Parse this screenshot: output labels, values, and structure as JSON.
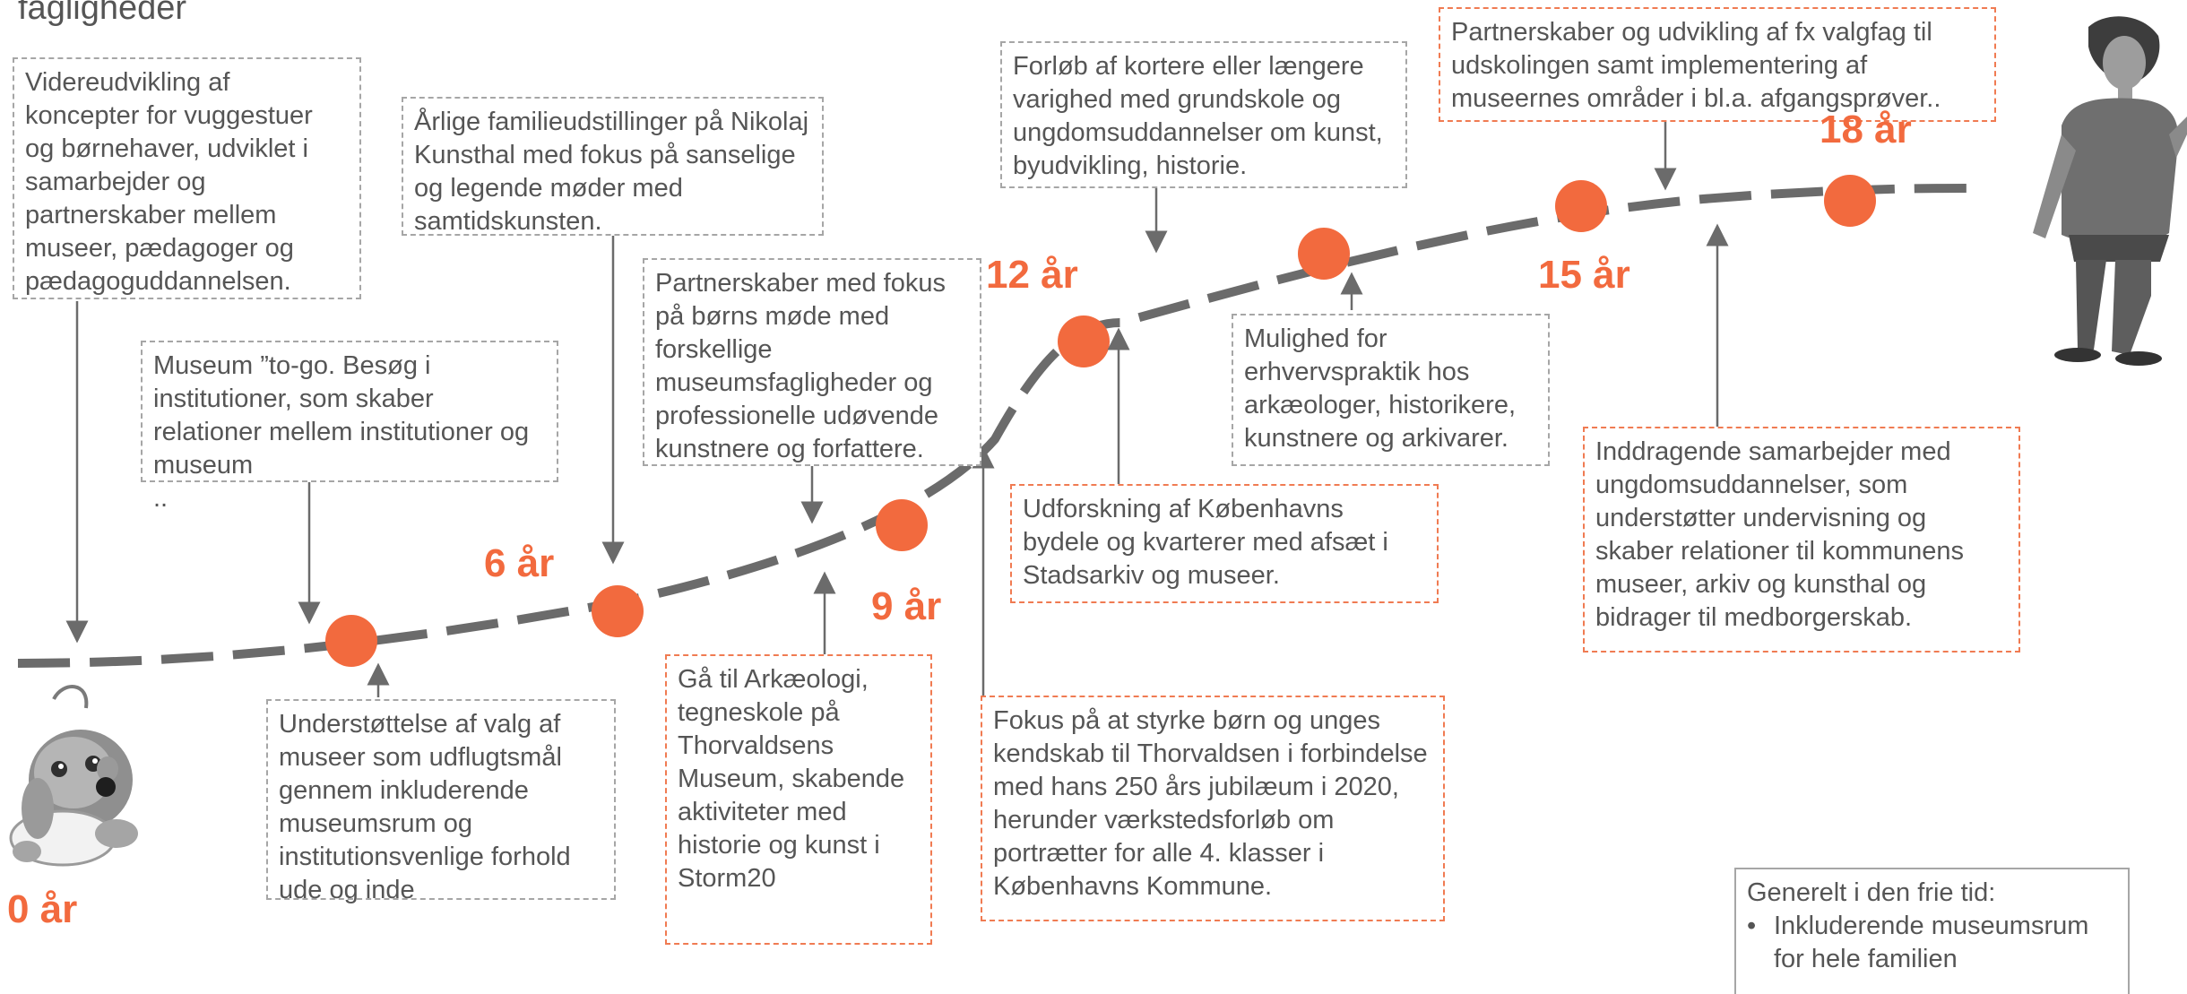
{
  "title": "fagligheder",
  "ages": [
    "0 år",
    "6 år",
    "9 år",
    "12 år",
    "15 år",
    "18 år"
  ],
  "boxes": {
    "vuggestuer": "Videreudvikling af koncepter for vuggestuer og børnehaver, udviklet i samarbejder og partnerskaber mellem museer, pædagoger og pædagoguddannelsen.",
    "togo": "Museum ”to-go. Besøg i institutioner, som skaber relationer mellem institutioner og museum",
    "togo_extra": "..",
    "familie": "Årlige familieudstillinger på Nikolaj Kunsthal med fokus på sanselige og legende møder med samtidskunsten.",
    "udflugt": "Understøttelse af valg af museer som udflugtsmål gennem inkluderende museumsrum og institutionsvenlige forhold ude og inde",
    "partnerskaber": "Partnerskaber med fokus på børns møde  med forskellige museumsfagligheder og professionelle udøvende kunstnere og forfattere.",
    "arkaeologi": "Gå til Arkæologi, tegneskole på Thorvaldsens Museum, skabende aktiviteter med historie og kunst i Storm20",
    "forloeb": "Forløb af kortere eller længere varighed med grundskole og ungdomsuddannelser om kunst, byudvikling, historie.",
    "udforskning": "Udforskning af Københavns bydele og kvarterer med afsæt i Stadsarkiv og museer.",
    "thorvaldsen": "Fokus på at styrke børn og unges kendskab til Thorvaldsen i forbindelse med hans 250 års jubilæum i 2020, herunder værkstedsforløb om portrætter for alle 4. klasser i Københavns Kommune.",
    "erhverv": "Mulighed for erhvervspraktik hos arkæologer, historikere, kunstnere og arkivarer.",
    "valgfag": "Partnerskaber og udvikling af fx valgfag til udskolingen samt implementering af museernes områder i bl.a. afgangsprøver..",
    "inddragende": "Inddragende samarbejder med ungdomsuddannelser, som understøtter undervisning og skaber relationer til kommunens museer, arkiv og kunsthal og bidrager til medborgerskab.",
    "frietid_heading": "Generelt i den frie tid:",
    "frietid_item": "Inkluderende museumsrum for hele familien",
    "bullet": "•"
  },
  "colors": {
    "accent": "#f26a3e",
    "line": "#6b6b6b",
    "gray_border": "#a6a6a6",
    "orange_border": "#f07b52",
    "text": "#555555"
  },
  "icons": [
    "baby-illustration",
    "teenager-illustration"
  ]
}
